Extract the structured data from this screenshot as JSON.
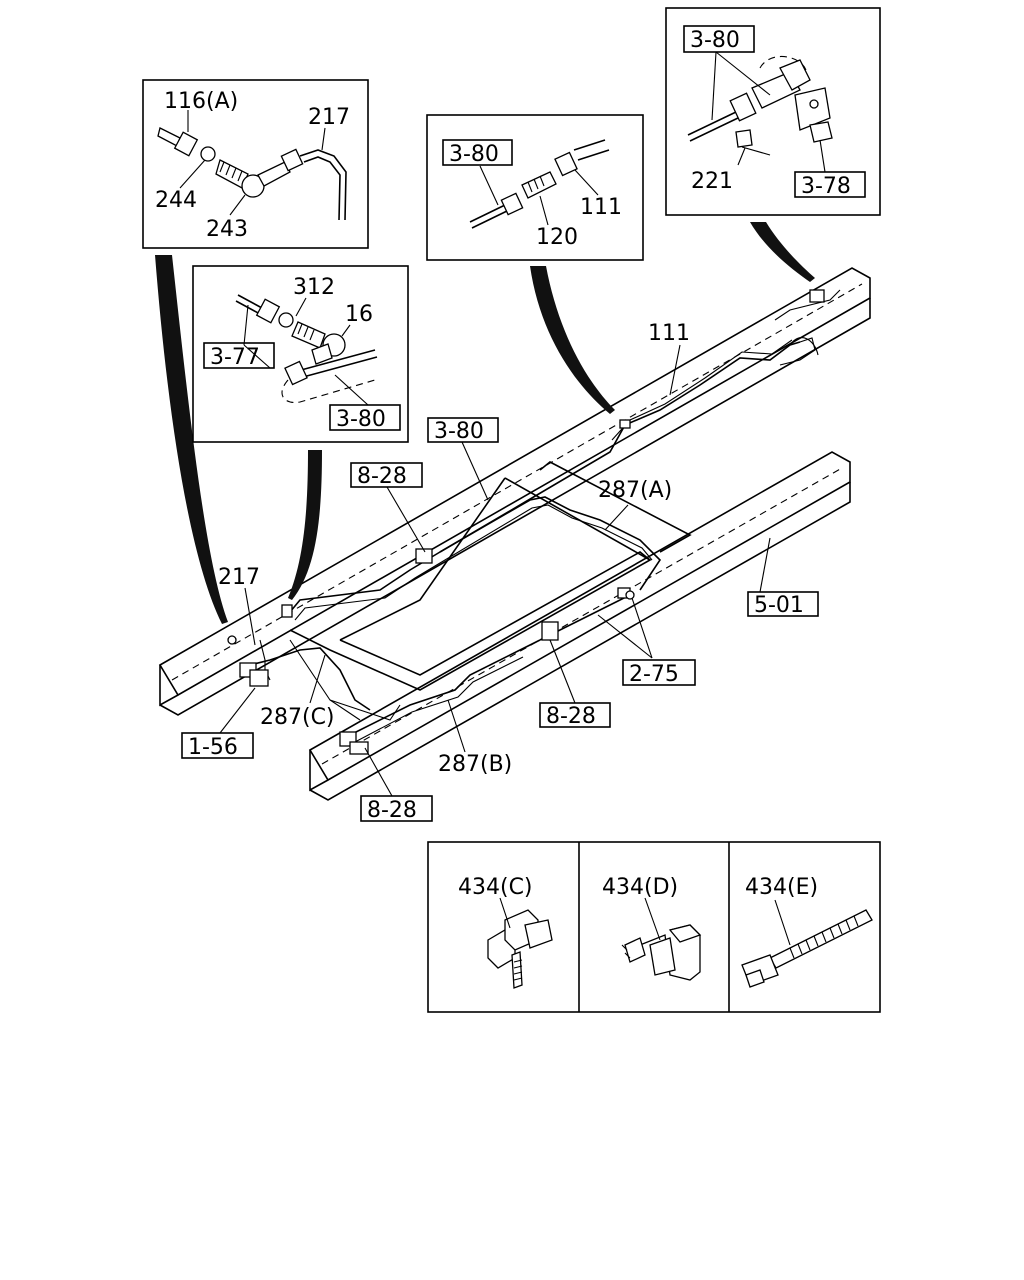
{
  "inset_116A": {
    "part_116a": "116(A)",
    "part_217": "217",
    "part_244": "244",
    "part_243": "243"
  },
  "inset_111": {
    "ref_3_80": "3-80",
    "part_111": "111",
    "part_120": "120"
  },
  "inset_top_right": {
    "ref_3_80": "3-80",
    "part_221": "221",
    "ref_3_78": "3-78"
  },
  "inset_312": {
    "part_312": "312",
    "part_16": "16",
    "ref_3_77": "3-77",
    "ref_3_80": "3-80"
  },
  "main": {
    "part_111": "111",
    "ref_3_80": "3-80",
    "ref_8_28_top": "8-28",
    "part_287a": "287(A)",
    "ref_5_01": "5-01",
    "part_217": "217",
    "ref_2_75": "2-75",
    "part_287c": "287(C)",
    "ref_8_28_mid": "8-28",
    "ref_1_56": "1-56",
    "part_287b": "287(B)",
    "ref_8_28_bottom": "8-28"
  },
  "clips": {
    "part_434c": "434(C)",
    "part_434d": "434(D)",
    "part_434e": "434(E)"
  }
}
